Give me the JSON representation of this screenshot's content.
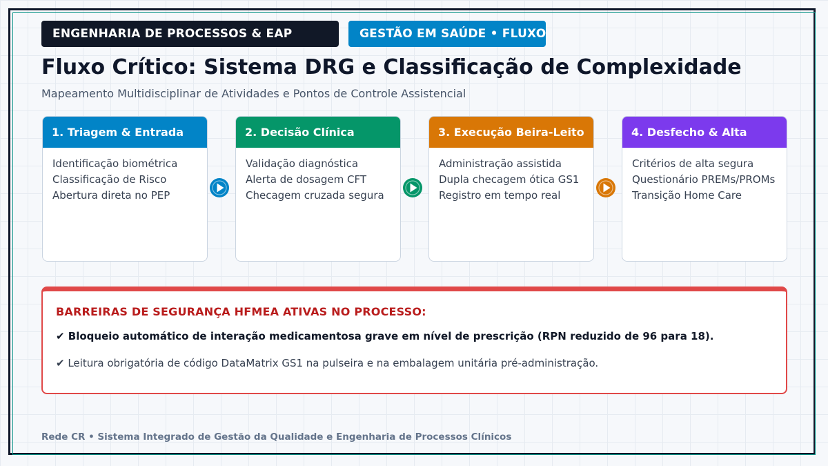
{
  "tags": {
    "primary": "ENGENHARIA DE PROCESSOS & EAP",
    "secondary": "GESTÃO EM SAÚDE • FLUXO"
  },
  "title": "Fluxo Crítico: Sistema DRG e Classificação de Complexidade",
  "subtitle": "Mapeamento Multidisciplinar de Atividades e Pontos de Controle Assistencial",
  "steps": [
    {
      "header": "1. Triagem & Entrada",
      "color": "#0284c7",
      "lines": [
        "Identificação biométrica",
        "Classificação de Risco",
        "Abertura direta no PEP"
      ]
    },
    {
      "header": "2. Decisão Clínica",
      "color": "#059669",
      "lines": [
        "Validação diagnóstica",
        "Alerta de dosagem CFT",
        "Checagem cruzada segura"
      ]
    },
    {
      "header": "3. Execução Beira-Leito",
      "color": "#d97706",
      "lines": [
        "Administração assistida",
        "Dupla checagem ótica GS1",
        "Registro em tempo real"
      ]
    },
    {
      "header": "4. Desfecho & Alta",
      "color": "#7c3aed",
      "lines": [
        "Critérios de alta segura",
        "Questionário PREMs/PROMs",
        "Transição Home Care"
      ]
    }
  ],
  "arrows": [
    {
      "icon": "play-arrow-icon",
      "color": "#0284c7"
    },
    {
      "icon": "play-arrow-icon",
      "color": "#059669"
    },
    {
      "icon": "play-arrow-icon",
      "color": "#d97706"
    }
  ],
  "barriers": {
    "title": "BARREIRAS DE SEGURANÇA HFMEA ATIVAS NO PROCESSO:",
    "accent": "#e04848",
    "items": [
      "✔ Bloqueio automático de interação medicamentosa grave em nível de prescrição (RPN reduzido de 96 para 18).",
      "✔ Leitura obrigatória de código DataMatrix GS1 na pulseira e na embalagem unitária pré-administração."
    ]
  },
  "footer": "Rede CR • Sistema Integrado de Gestão da Qualidade e Engenharia de Processos Clínicos"
}
